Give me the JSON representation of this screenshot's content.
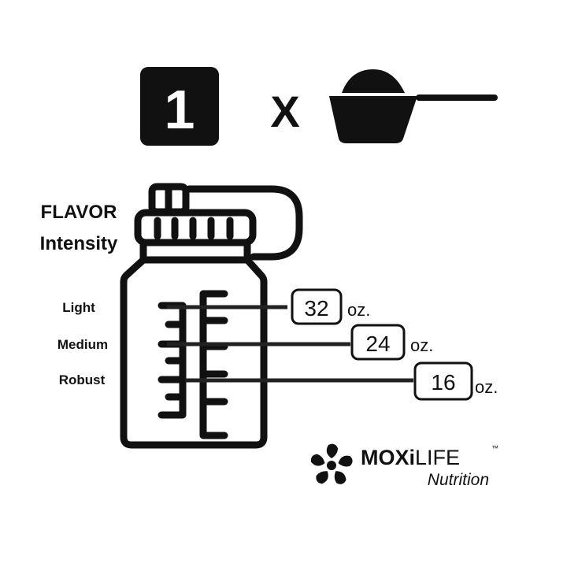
{
  "dose": {
    "count": "1",
    "multiplier": "X",
    "unit_icon": "scoop-icon"
  },
  "flavor": {
    "title_line1": "FLAVOR",
    "title_line2": "Intensity"
  },
  "levels": [
    {
      "label": "Light",
      "amount": "32",
      "unit": "oz."
    },
    {
      "label": "Medium",
      "amount": "24",
      "unit": "oz."
    },
    {
      "label": "Robust",
      "amount": "16",
      "unit": "oz."
    }
  ],
  "brand": {
    "name_bold": "MOXi",
    "name_light": "LIFE",
    "trademark": "™",
    "subtitle": "Nutrition"
  },
  "colors": {
    "ink": "#111111",
    "background": "#ffffff"
  }
}
